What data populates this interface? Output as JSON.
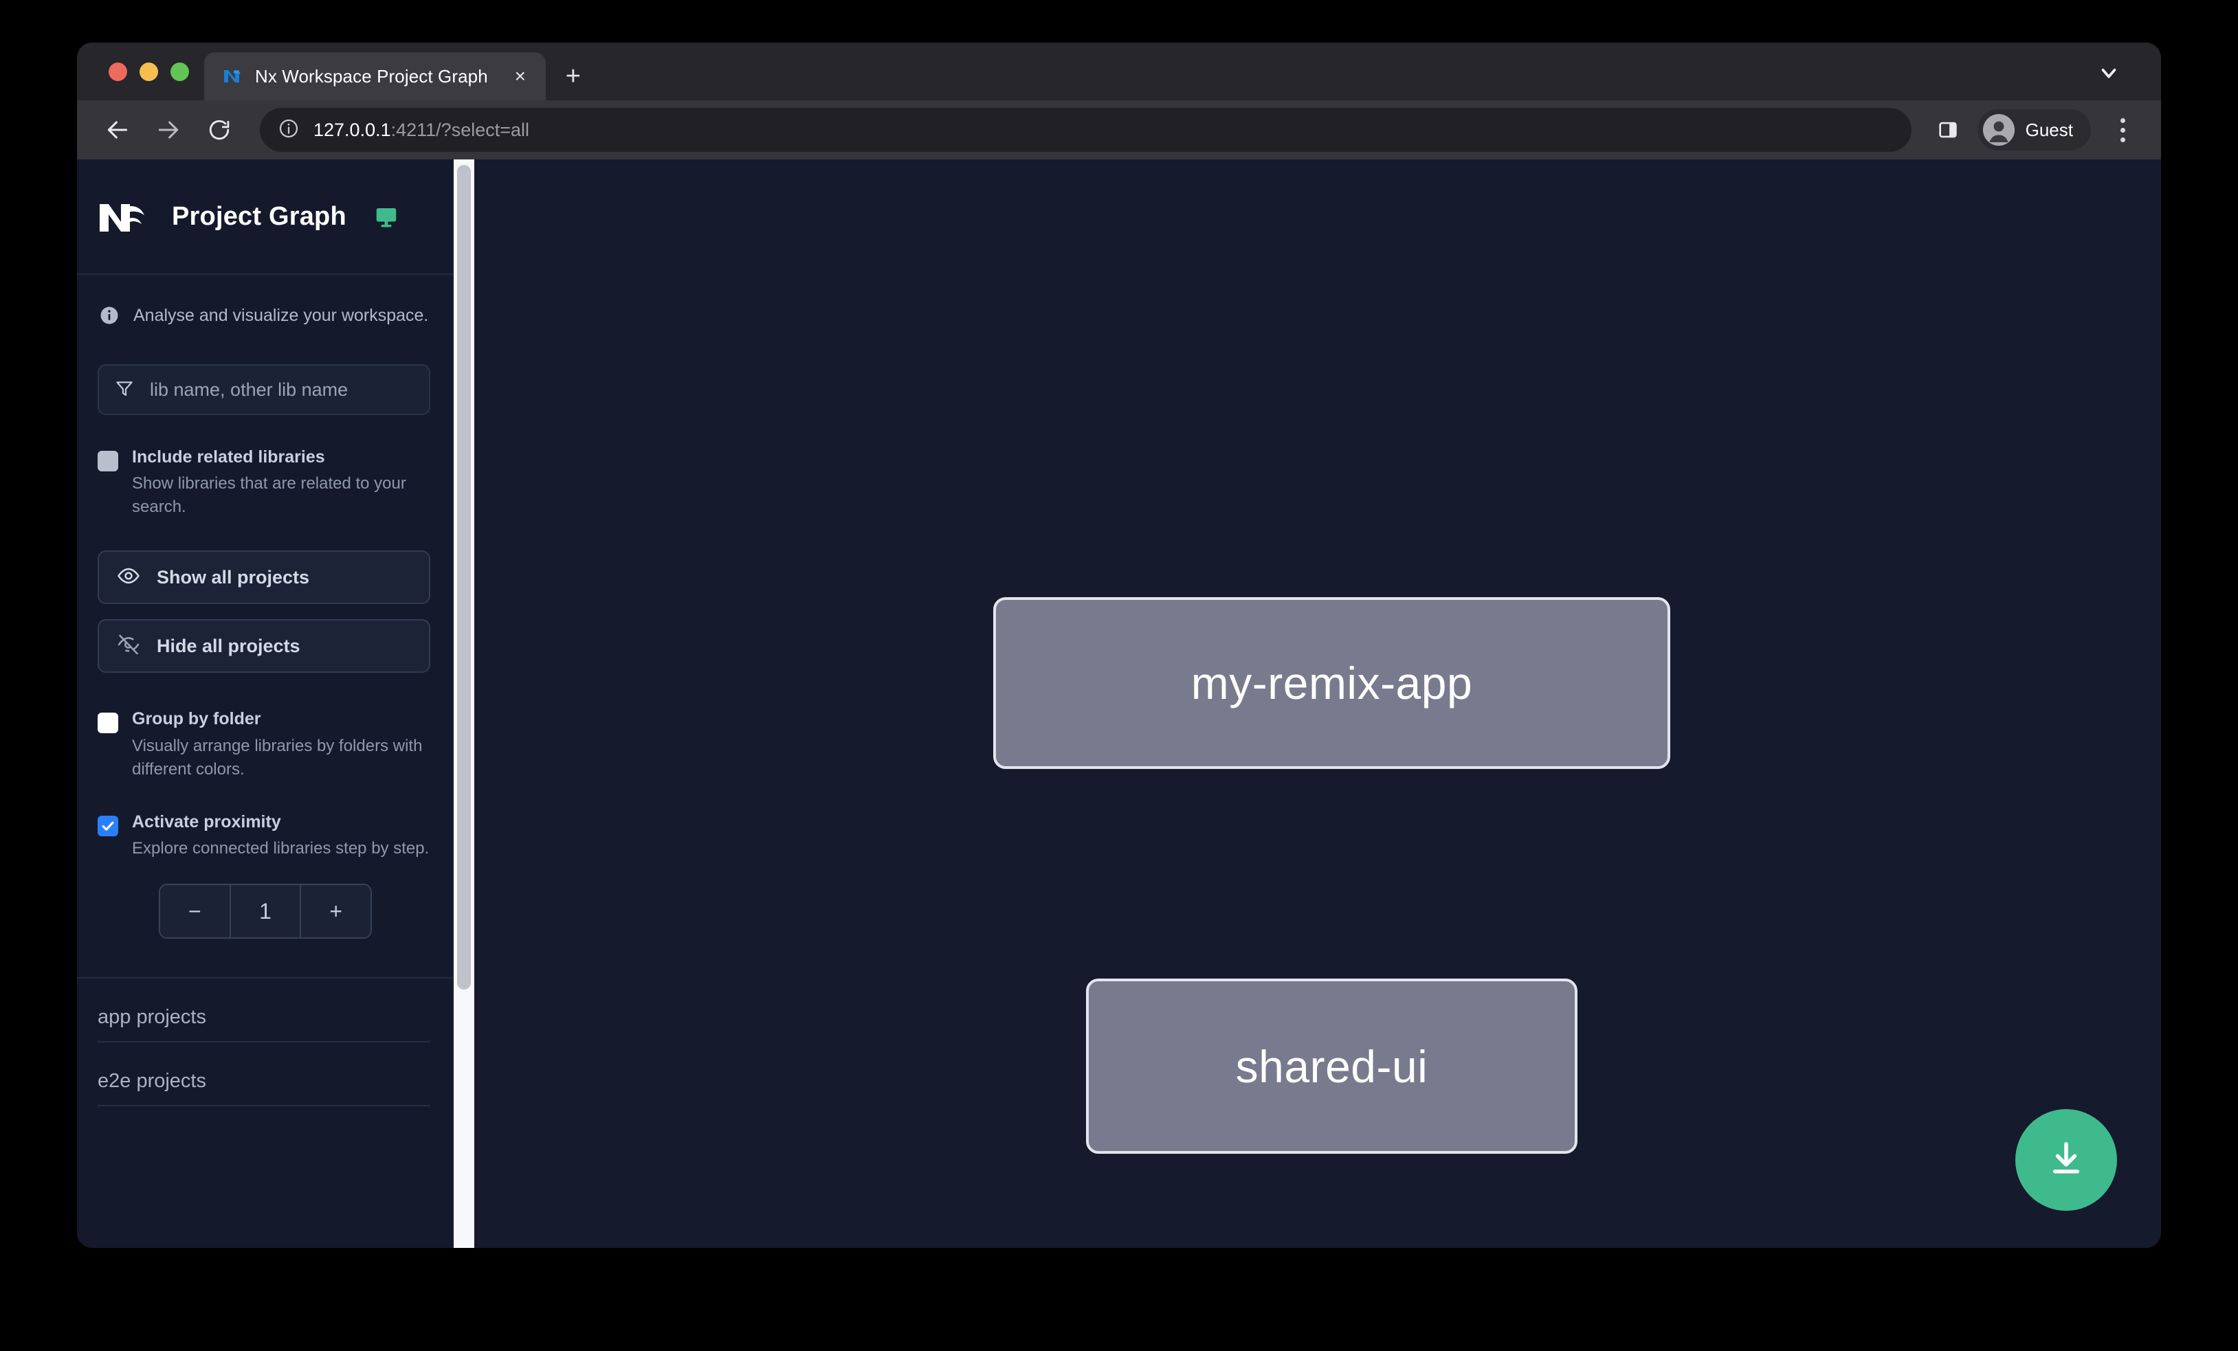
{
  "browser": {
    "tab": {
      "title": "Nx Workspace Project Graph",
      "favicon_icon": "nx-favicon-icon",
      "close_label": "×"
    },
    "new_tab_label": "+",
    "tab_list_icon": "chevron-down-icon",
    "toolbar": {
      "back_icon": "arrow-left-icon",
      "forward_icon": "arrow-right-icon",
      "reload_icon": "reload-icon",
      "site_info_icon": "info-circle-icon",
      "url_host": "127.0.0.1",
      "url_rest": ":4211/?select=all",
      "side_panel_icon": "side-panel-icon",
      "profile_name": "Guest",
      "profile_avatar_icon": "person-avatar-icon",
      "menu_icon": "kebab-menu-icon"
    }
  },
  "sidebar": {
    "logo_icon": "nx-logo-icon",
    "title": "Project Graph",
    "monitor_icon": "monitor-icon",
    "info": {
      "icon": "info-icon",
      "text": "Analyse and visualize your workspace."
    },
    "filter": {
      "icon": "funnel-filter-icon",
      "placeholder": "lib name, other lib name",
      "value": ""
    },
    "options": [
      {
        "id": "include-related-libraries",
        "label": "Include related libraries",
        "description": "Show libraries that are related to your search.",
        "checked": false,
        "style": "gray"
      },
      {
        "id": "group-by-folder",
        "label": "Group by folder",
        "description": "Visually arrange libraries by folders with different colors.",
        "checked": false,
        "style": "white"
      },
      {
        "id": "activate-proximity",
        "label": "Activate proximity",
        "description": "Explore connected libraries step by step.",
        "checked": true,
        "style": "blue"
      }
    ],
    "buttons": [
      {
        "id": "show-all-projects",
        "label": "Show all projects",
        "icon": "eye-icon"
      },
      {
        "id": "hide-all-projects",
        "label": "Hide all projects",
        "icon": "eye-slash-icon"
      }
    ],
    "stepper": {
      "decrement_label": "−",
      "value": "1",
      "increment_label": "+"
    },
    "project_sections": [
      {
        "id": "app-projects",
        "title": "app projects"
      },
      {
        "id": "e2e-projects",
        "title": "e2e projects"
      }
    ]
  },
  "graph": {
    "nodes": [
      {
        "id": "my-remix-app",
        "label": "my-remix-app"
      },
      {
        "id": "shared-ui",
        "label": "shared-ui"
      }
    ],
    "edges": [
      {
        "from": "my-remix-app",
        "to": "shared-ui"
      }
    ],
    "download_button": {
      "icon": "download-icon",
      "color": "#3fba8c"
    }
  },
  "colors": {
    "graph_background": "#151a2d",
    "sidebar_background": "#141a2b",
    "node_fill": "#787b8d",
    "node_border": "#e3e5ee",
    "accent_green": "#3fba8c",
    "accent_blue": "#2b7fff"
  }
}
